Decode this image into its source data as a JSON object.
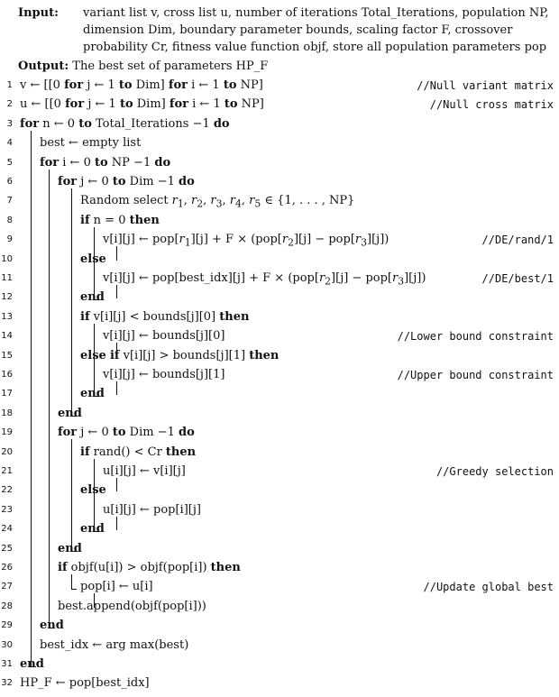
{
  "input_label": "Input:",
  "input_text": "variant list v, cross list u, number of iterations Total_Iterations, population NP, dimension Dim, boundary parameter bounds, scaling factor F, crossover probability Cr, fitness value function objf, store all population parameters pop",
  "output_label": "Output:",
  "output_text": "The best set of parameters HP_F",
  "lines": [
    {
      "n": "1",
      "code": "v ← [[0 for j ← 1 to Dim] for i ← 1 to NP]",
      "comment": "//Null variant matrix"
    },
    {
      "n": "2",
      "code": "u ← [[0 for j ← 1 to Dim] for i ← 1 to NP]",
      "comment": "//Null cross matrix"
    },
    {
      "n": "3",
      "code": "for n ← 0 to Total_Iterations −1 do",
      "comment": ""
    },
    {
      "n": "4",
      "code": "best ← empty list",
      "comment": ""
    },
    {
      "n": "5",
      "code": "for i ← 0 to NP −1 do",
      "comment": ""
    },
    {
      "n": "6",
      "code": "for j ← 0 to Dim −1 do",
      "comment": ""
    },
    {
      "n": "7",
      "code": "Random select r1, r2, r3, r4, r5 ∈ {1, . . . , NP}",
      "comment": ""
    },
    {
      "n": "8",
      "code": "if n = 0 then",
      "comment": ""
    },
    {
      "n": "9",
      "code": "v[i][j] ← pop[r1][j] + F × (pop[r2][j] − pop[r3][j])",
      "comment": "//DE/rand/1"
    },
    {
      "n": "10",
      "code": "else",
      "comment": ""
    },
    {
      "n": "11",
      "code": "v[i][j] ← pop[best_idx][j] + F × (pop[r2][j] − pop[r3][j])",
      "comment": "//DE/best/1"
    },
    {
      "n": "12",
      "code": "end",
      "comment": ""
    },
    {
      "n": "13",
      "code": "if v[i][j] < bounds[j][0] then",
      "comment": ""
    },
    {
      "n": "14",
      "code": "v[i][j] ← bounds[j][0]",
      "comment": "//Lower bound constraint"
    },
    {
      "n": "15",
      "code": "else if v[i][j] > bounds[j][1] then",
      "comment": ""
    },
    {
      "n": "16",
      "code": "v[i][j] ← bounds[j][1]",
      "comment": "//Upper bound constraint"
    },
    {
      "n": "17",
      "code": "end",
      "comment": ""
    },
    {
      "n": "18",
      "code": "end",
      "comment": ""
    },
    {
      "n": "19",
      "code": "for j ← 0 to Dim −1 do",
      "comment": ""
    },
    {
      "n": "20",
      "code": "if rand() < Cr then",
      "comment": ""
    },
    {
      "n": "21",
      "code": "u[i][j] ← v[i][j]",
      "comment": "//Greedy selection"
    },
    {
      "n": "22",
      "code": "else",
      "comment": ""
    },
    {
      "n": "23",
      "code": "u[i][j] ← pop[i][j]",
      "comment": ""
    },
    {
      "n": "24",
      "code": "end",
      "comment": ""
    },
    {
      "n": "25",
      "code": "end",
      "comment": ""
    },
    {
      "n": "26",
      "code": "if objf(u[i]) > objf(pop[i]) then",
      "comment": ""
    },
    {
      "n": "27",
      "code": "pop[i] ← u[i]",
      "comment": "//Update global best"
    },
    {
      "n": "28",
      "code": "best.append(objf(pop[i]))",
      "comment": ""
    },
    {
      "n": "29",
      "code": "end",
      "comment": ""
    },
    {
      "n": "30",
      "code": "best_idx ← arg max(best)",
      "comment": ""
    },
    {
      "n": "31",
      "code": "end",
      "comment": ""
    },
    {
      "n": "32",
      "code": "HP_F ← pop[best_idx]",
      "comment": ""
    }
  ]
}
